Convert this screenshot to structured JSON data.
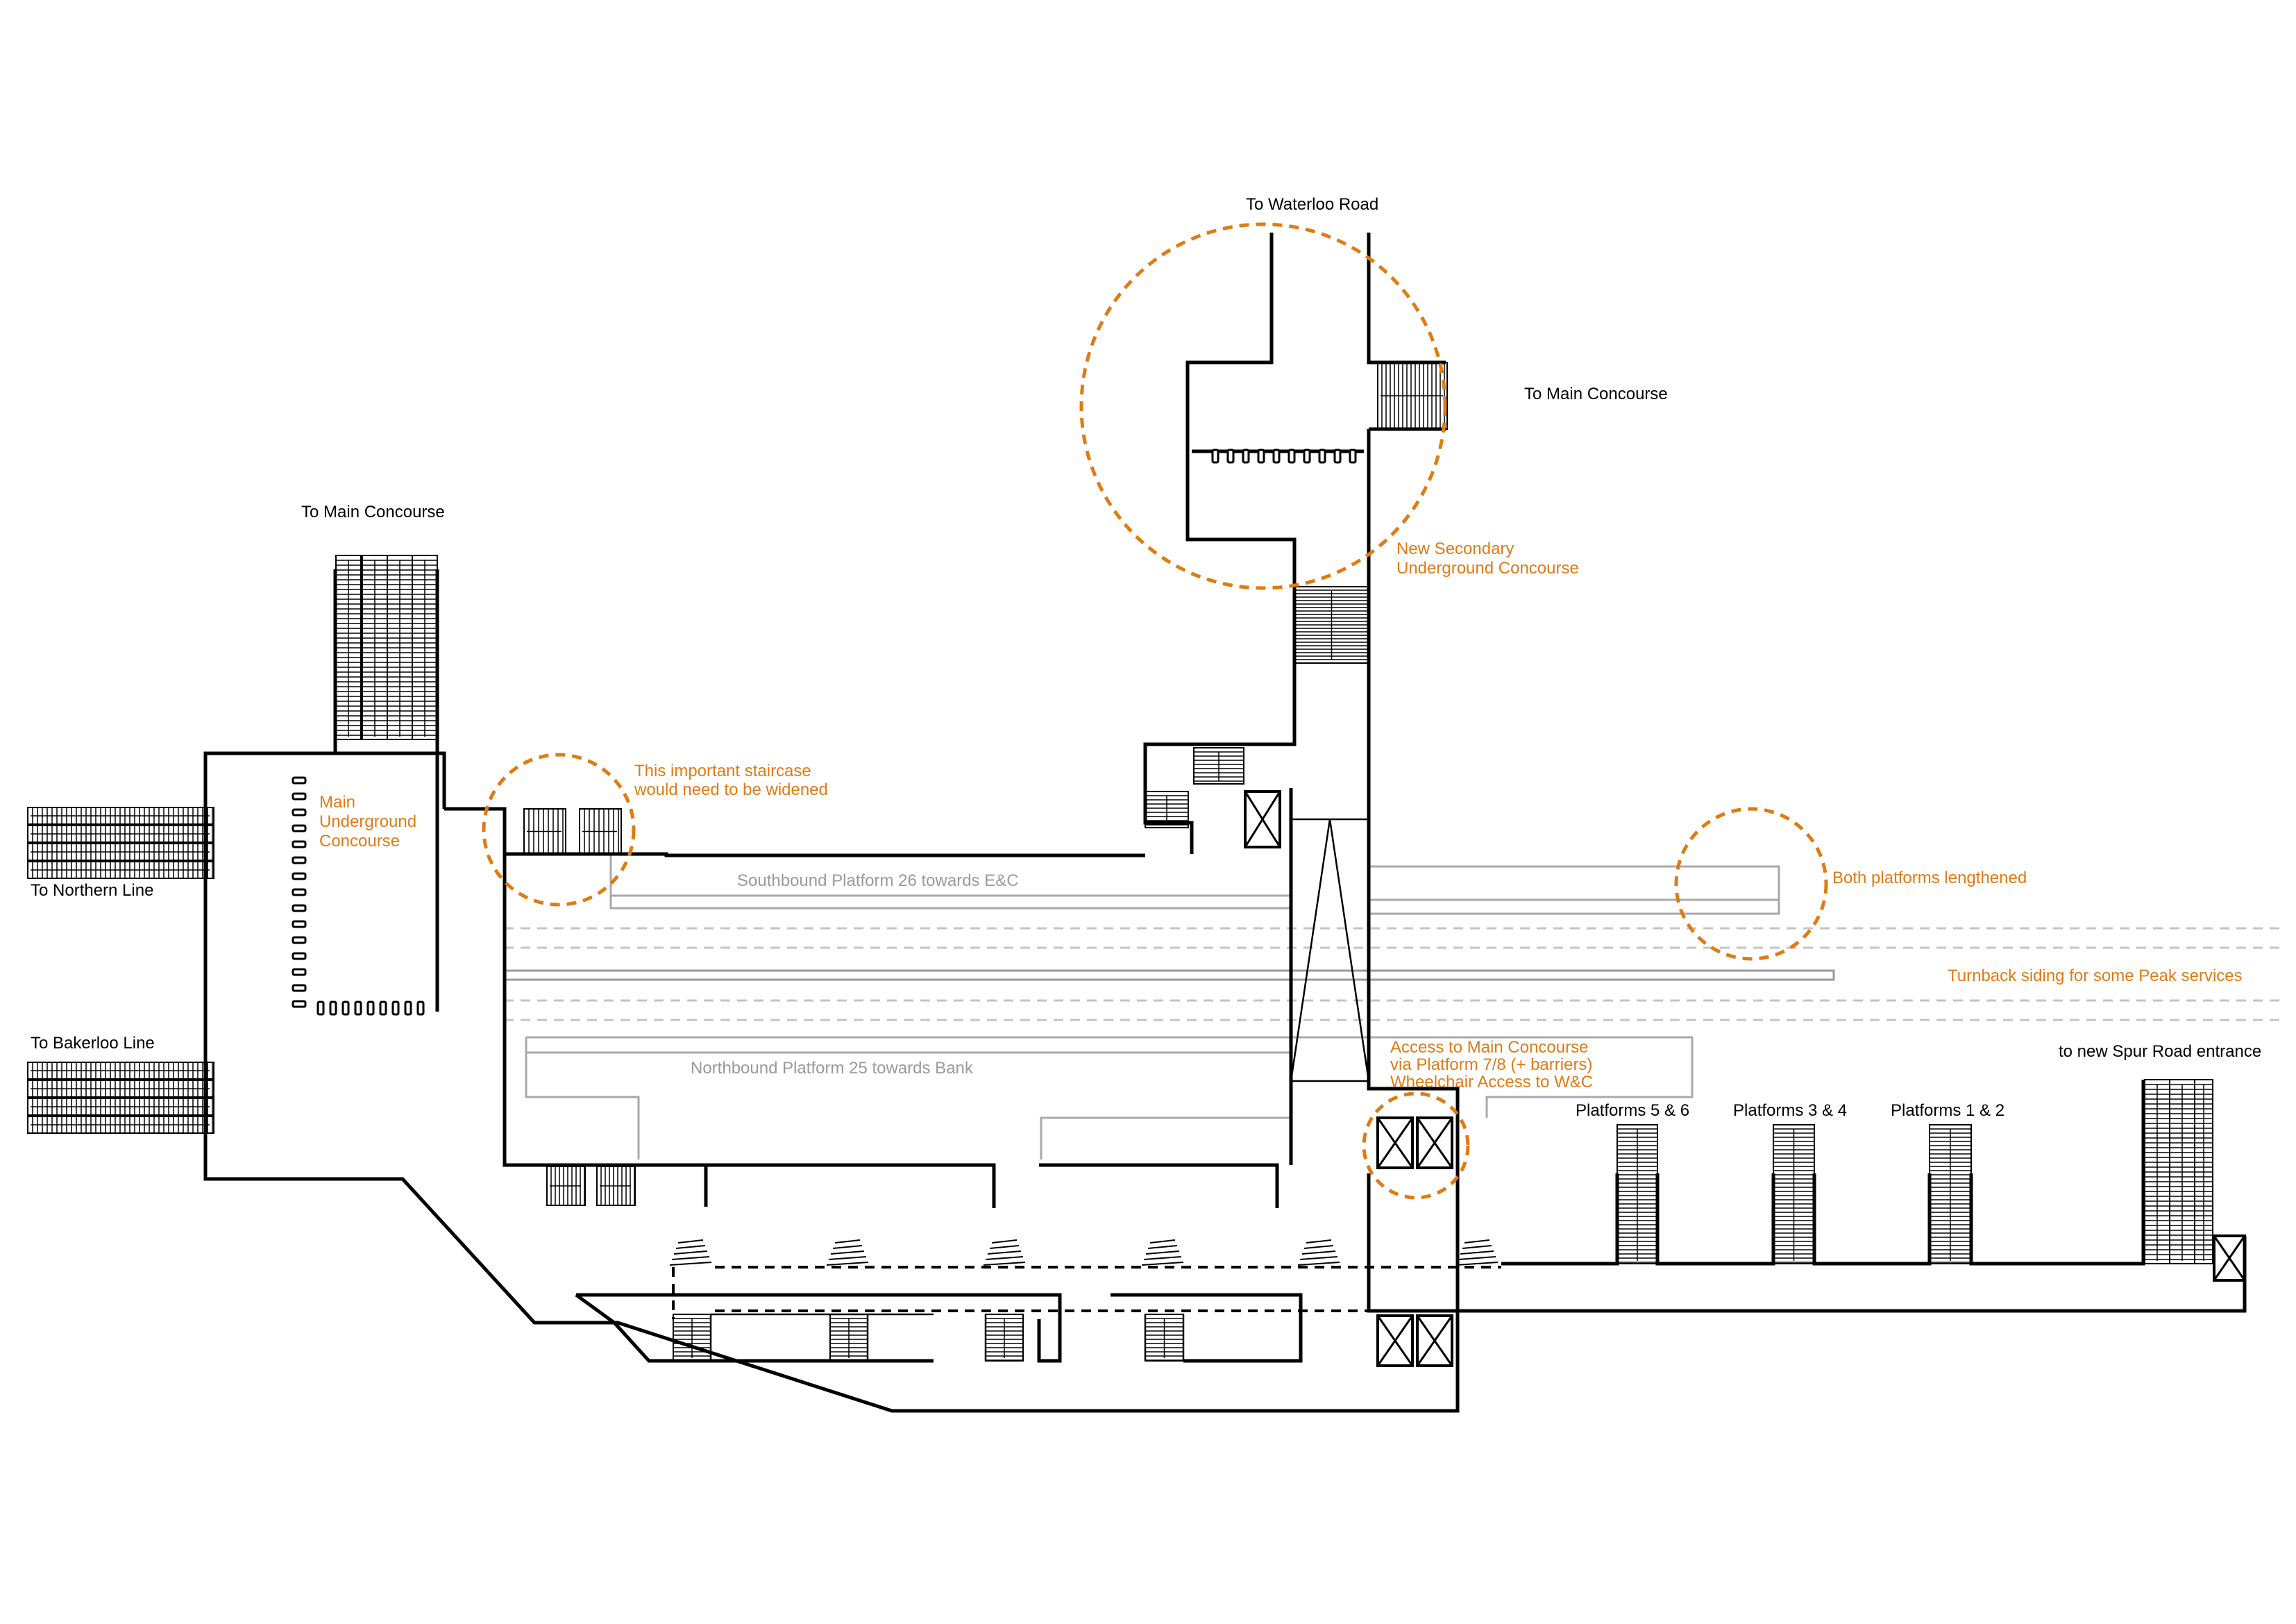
{
  "labels": {
    "to_waterloo_road": "To Waterloo Road",
    "to_main_concourse_top": "To Main Concourse",
    "to_main_concourse_left": "To Main Concourse",
    "to_northern_line": "To Northern Line",
    "to_bakerloo_line": "To Bakerloo Line",
    "to_spur_road": "to new Spur Road entrance",
    "platforms_5_6": "Platforms 5 & 6",
    "platforms_3_4": "Platforms 3 & 4",
    "platforms_1_2": "Platforms 1 & 2"
  },
  "platforms": {
    "southbound": "Southbound Platform 26 towards E&C",
    "northbound": "Northbound Platform 25 towards Bank"
  },
  "notes": {
    "main_concourse": [
      "Main",
      "Underground",
      "Concourse"
    ],
    "secondary_concourse": [
      "New Secondary",
      "Underground Concourse"
    ],
    "staircase": [
      "This important staircase",
      "would need to be widened"
    ],
    "lengthened": "Both platforms lengthened",
    "turnback": "Turnback siding for some Peak services",
    "access": [
      "Access to Main Concourse",
      "via Platform 7/8 (+ barriers)",
      "Wheelchair Access to W&C"
    ]
  },
  "colors": {
    "annotation": "#E07B14",
    "walls": "#000000",
    "platform_edge": "#a9a9a9",
    "track": "#c4c4c4"
  }
}
